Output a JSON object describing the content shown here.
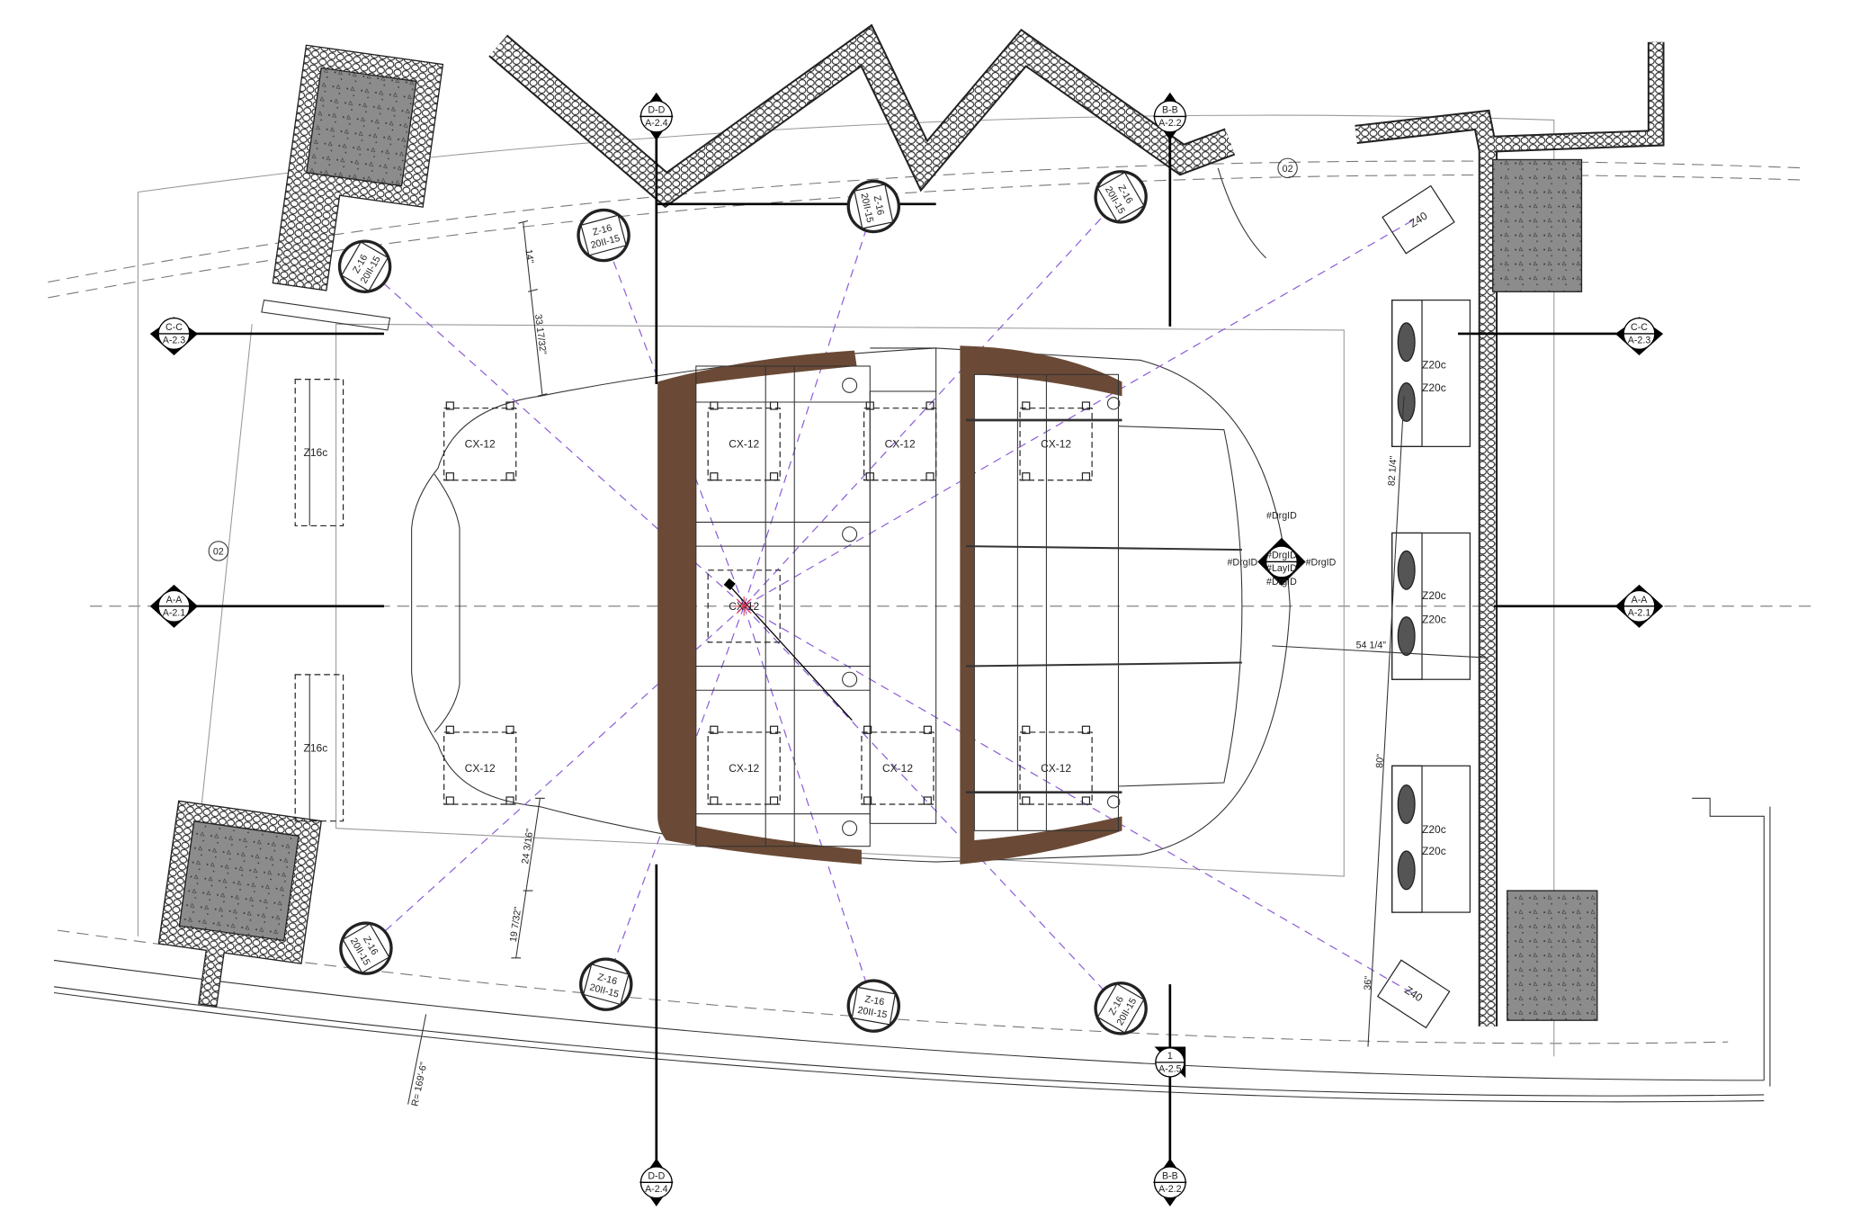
{
  "colors": {
    "console_wood": "#6a4a36",
    "aim_lines": "#8a5cd6",
    "concrete": "#8c8c8c",
    "linework": "#222222"
  },
  "section_markers": [
    {
      "id": "D-D",
      "sheet": "A-2.4"
    },
    {
      "id": "B-B",
      "sheet": "A-2.2"
    },
    {
      "id": "C-C",
      "sheet": "A-2.3"
    },
    {
      "id": "C-C",
      "sheet": "A-2.3"
    },
    {
      "id": "A-A",
      "sheet": "A-2.1"
    },
    {
      "id": "A-A",
      "sheet": "A-2.1"
    },
    {
      "id": "D-D",
      "sheet": "A-2.4"
    },
    {
      "id": "B-B",
      "sheet": "A-2.2"
    },
    {
      "id": "1",
      "sheet": "A-2.5"
    }
  ],
  "speakers_z16": [
    {
      "model": "Z-16",
      "sub": "20II-15"
    },
    {
      "model": "Z-16",
      "sub": "20II-15"
    },
    {
      "model": "Z-16",
      "sub": "20II-15"
    },
    {
      "model": "Z-16",
      "sub": "20II-15"
    },
    {
      "model": "Z-16",
      "sub": "20II-15"
    },
    {
      "model": "Z-16",
      "sub": "20II-15"
    },
    {
      "model": "Z-16",
      "sub": "20II-15"
    },
    {
      "model": "Z-16",
      "sub": "20II-15"
    }
  ],
  "monitors_cx12": [
    "CX-12",
    "CX-12",
    "CX-12",
    "CX-12",
    "CX-12",
    "CX-12",
    "CX-12",
    "CX-12",
    "CX-12"
  ],
  "subs_z16c": [
    "Z16c",
    "Z16c"
  ],
  "subs_z20c": [
    "Z20c",
    "Z20c",
    "Z20c",
    "Z20c",
    "Z20c",
    "Z20c"
  ],
  "subs_z40": [
    "Z40",
    "Z40"
  ],
  "room_tags": [
    "02",
    "02"
  ],
  "dimensions": {
    "d14": "14\"",
    "d33": "33 17/32\"",
    "d24": "24 3/16\"",
    "d19": "19 7/32\"",
    "d82": "82 1/4\"",
    "d54": "54 1/4\"",
    "d80": "80\"",
    "d36": "36\"",
    "radius": "R= 169'-6\""
  },
  "elevation_tag": {
    "top": "#DrgID",
    "left": "#DrgID",
    "right": "#DrgID",
    "bottom": "#DrgID",
    "center_top": "#DrgID",
    "center_bottom": "#LayID"
  }
}
